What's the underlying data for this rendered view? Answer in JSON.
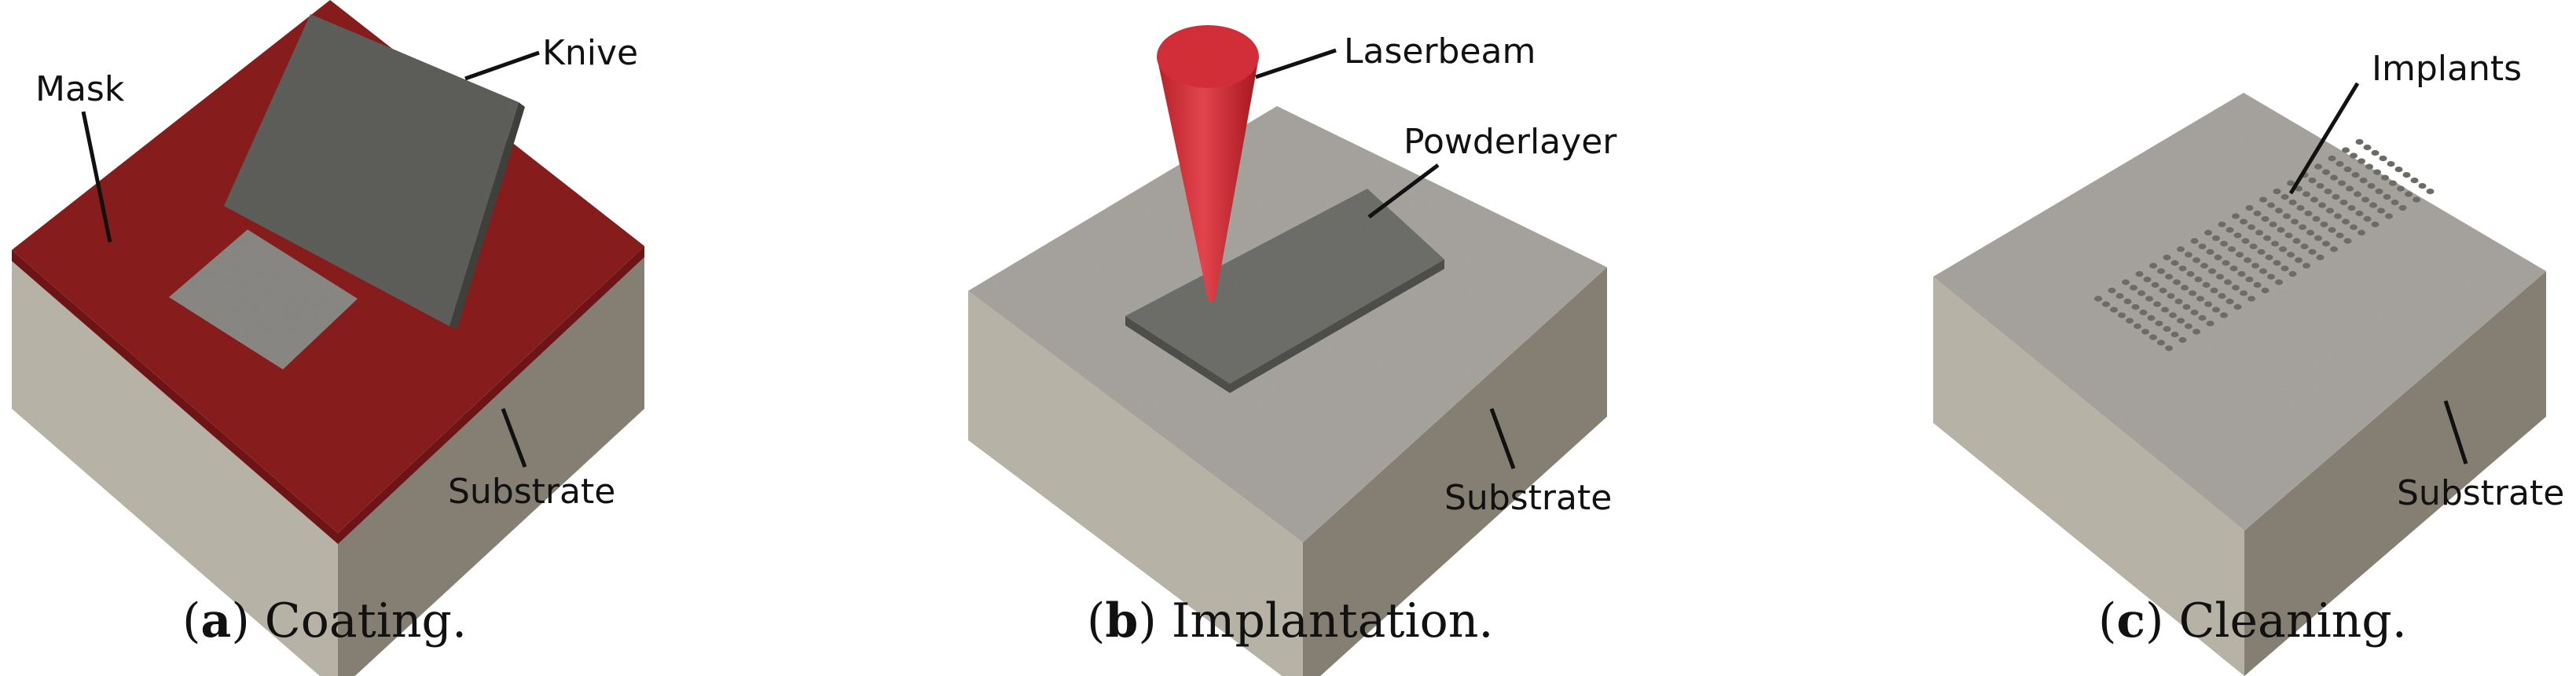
{
  "colors": {
    "substrate_top": "#a9a6a0",
    "substrate_left": "#b7b2a6",
    "substrate_right": "#857f73",
    "mask": "#8a1c1e",
    "mask_side": "#6e1416",
    "powder": "#6f706c",
    "knife": "#5f605c",
    "laser": "#d6303a",
    "implant_dot": "#6d6b66"
  },
  "panels": [
    {
      "id": "a",
      "caption_letter": "a",
      "caption_text": "Coating.",
      "labels": {
        "mask": "Mask",
        "knife": "Knive",
        "substrate": "Substrate"
      }
    },
    {
      "id": "b",
      "caption_letter": "b",
      "caption_text": "Implantation.",
      "labels": {
        "laser": "Laserbeam",
        "powder": "Powderlayer",
        "substrate": "Substrate"
      }
    },
    {
      "id": "c",
      "caption_letter": "c",
      "caption_text": "Cleaning.",
      "labels": {
        "implants": "Implants",
        "substrate": "Substrate"
      }
    }
  ]
}
